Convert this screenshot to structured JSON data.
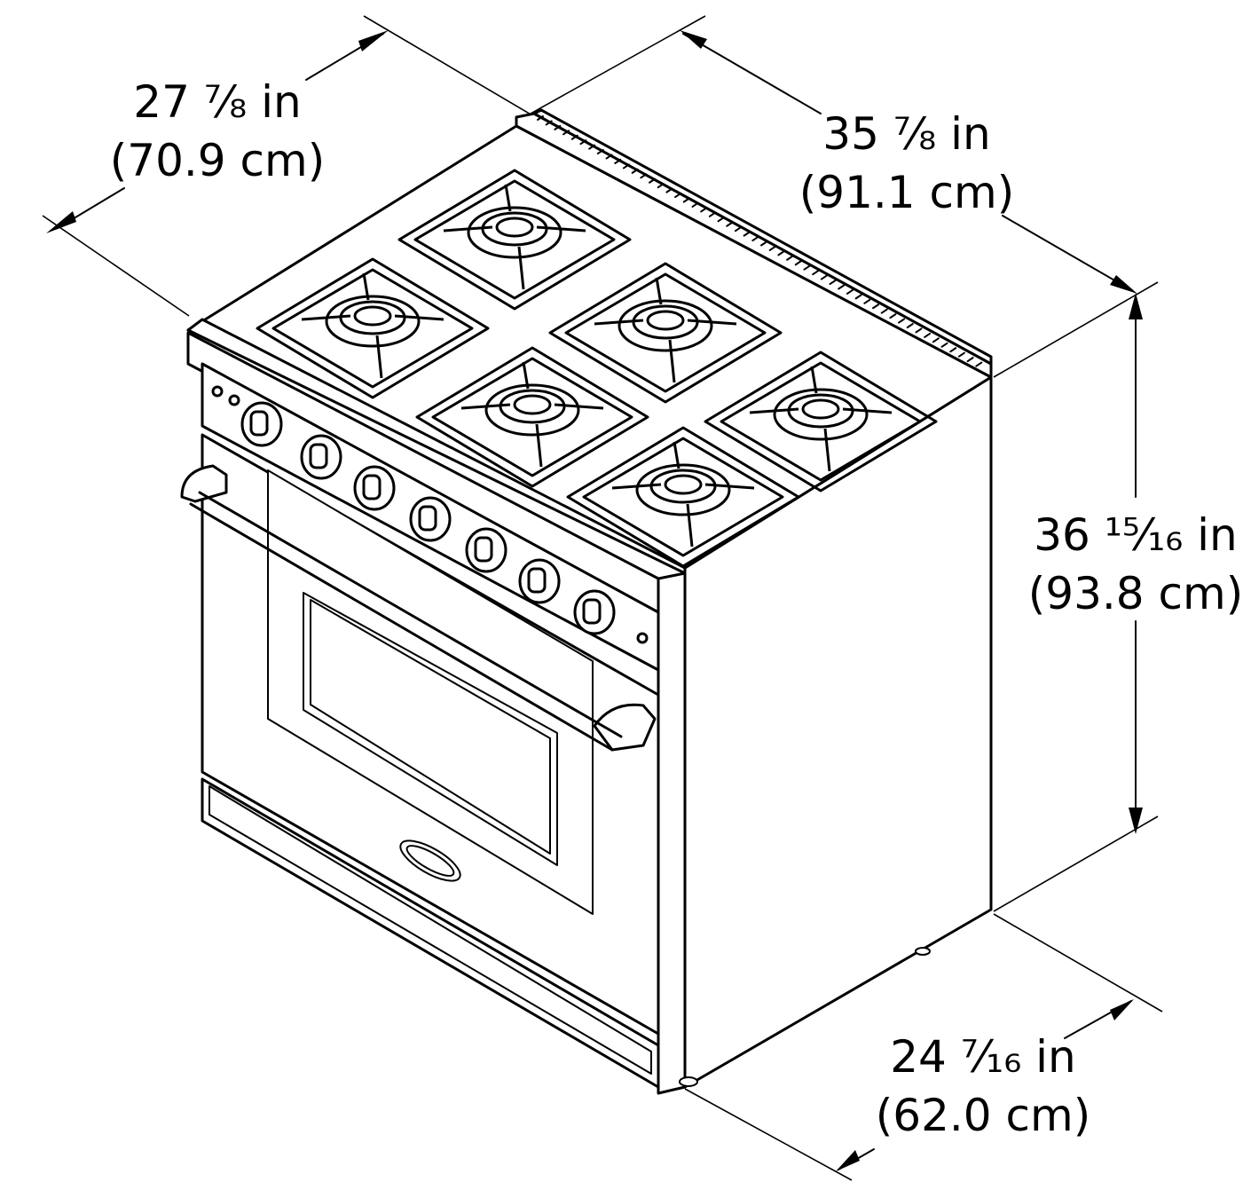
{
  "dimensions": {
    "depth": {
      "imperial": "27 ⅞ in",
      "metric": "(70.9 cm)"
    },
    "width": {
      "imperial": "35 ⅞ in",
      "metric": "(91.1 cm)"
    },
    "height": {
      "imperial": "36 ¹⁵⁄₁₆ in",
      "metric": "(93.8 cm)"
    },
    "side_depth": {
      "imperial": "24 ⁷⁄₁₆ in",
      "metric": "(62.0 cm)"
    }
  },
  "appliance": {
    "burner_count": 6,
    "knob_count": 7,
    "color_line": "#000000",
    "color_fill": "#ffffff"
  }
}
